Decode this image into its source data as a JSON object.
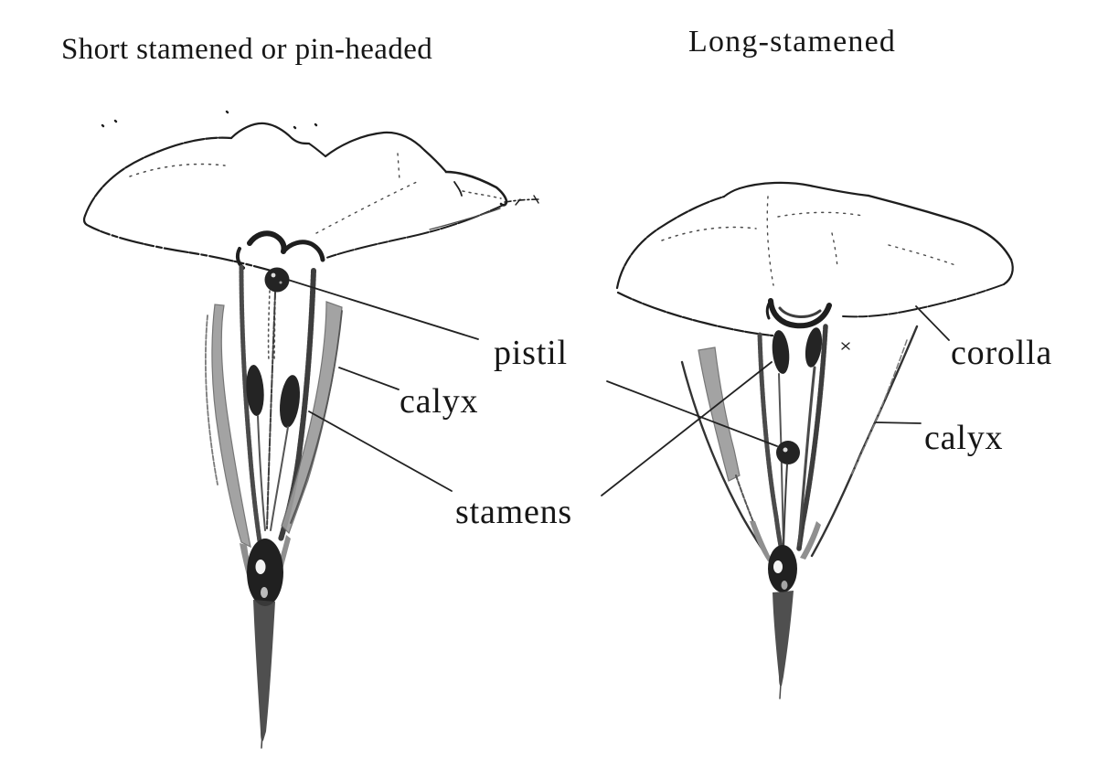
{
  "titles": {
    "left": "Short stamened or pin-headed",
    "right": "Long-stamened"
  },
  "labels": {
    "pistil": "pistil",
    "calyx_left": "calyx",
    "stamens": "stamens",
    "corolla": "corolla",
    "calyx_right": "calyx"
  },
  "illustration": {
    "left_flower": "short-stamened pin-headed flower cross-section",
    "right_flower": "long-stamened flower cross-section"
  },
  "colors": {
    "ink": "#1e1e1e",
    "mid_gray": "#4a4a4a",
    "shade_gray": "#9c9c9c",
    "background": "#ffffff"
  }
}
